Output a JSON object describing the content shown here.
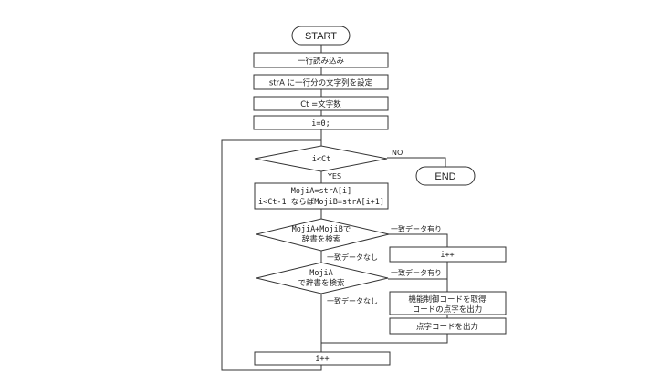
{
  "flowchart": {
    "start": "START",
    "end": "END",
    "steps": {
      "read_line": "一行読み込み",
      "set_str": "strA に一行分の文字列を設定",
      "count": "Ct =文字数",
      "init_i": "i=0;",
      "moji_line1": "MojiA=strA[i]",
      "moji_line2": "i<Ct-1 ならばMojiB=strA[i+1]",
      "inc_right": "i++",
      "func_line1": "機能制御コードを取得",
      "func_line2": "コードの点字を出力",
      "output_braille": "点字コードを出力",
      "inc_bottom": "i++"
    },
    "decisions": {
      "loop_cond": "i<Ct",
      "search_ab_line1": "MojiA+MojiBで",
      "search_ab_line2": "辞書を検索",
      "search_a_line1": "MojiA",
      "search_a_line2": "で辞書を検索"
    },
    "labels": {
      "no": "NO",
      "yes": "YES",
      "match_ab": "一致データ有り",
      "nomatch_ab": "一致データなし",
      "match_a": "一致データ有り",
      "nomatch_a": "一致データなし"
    }
  }
}
